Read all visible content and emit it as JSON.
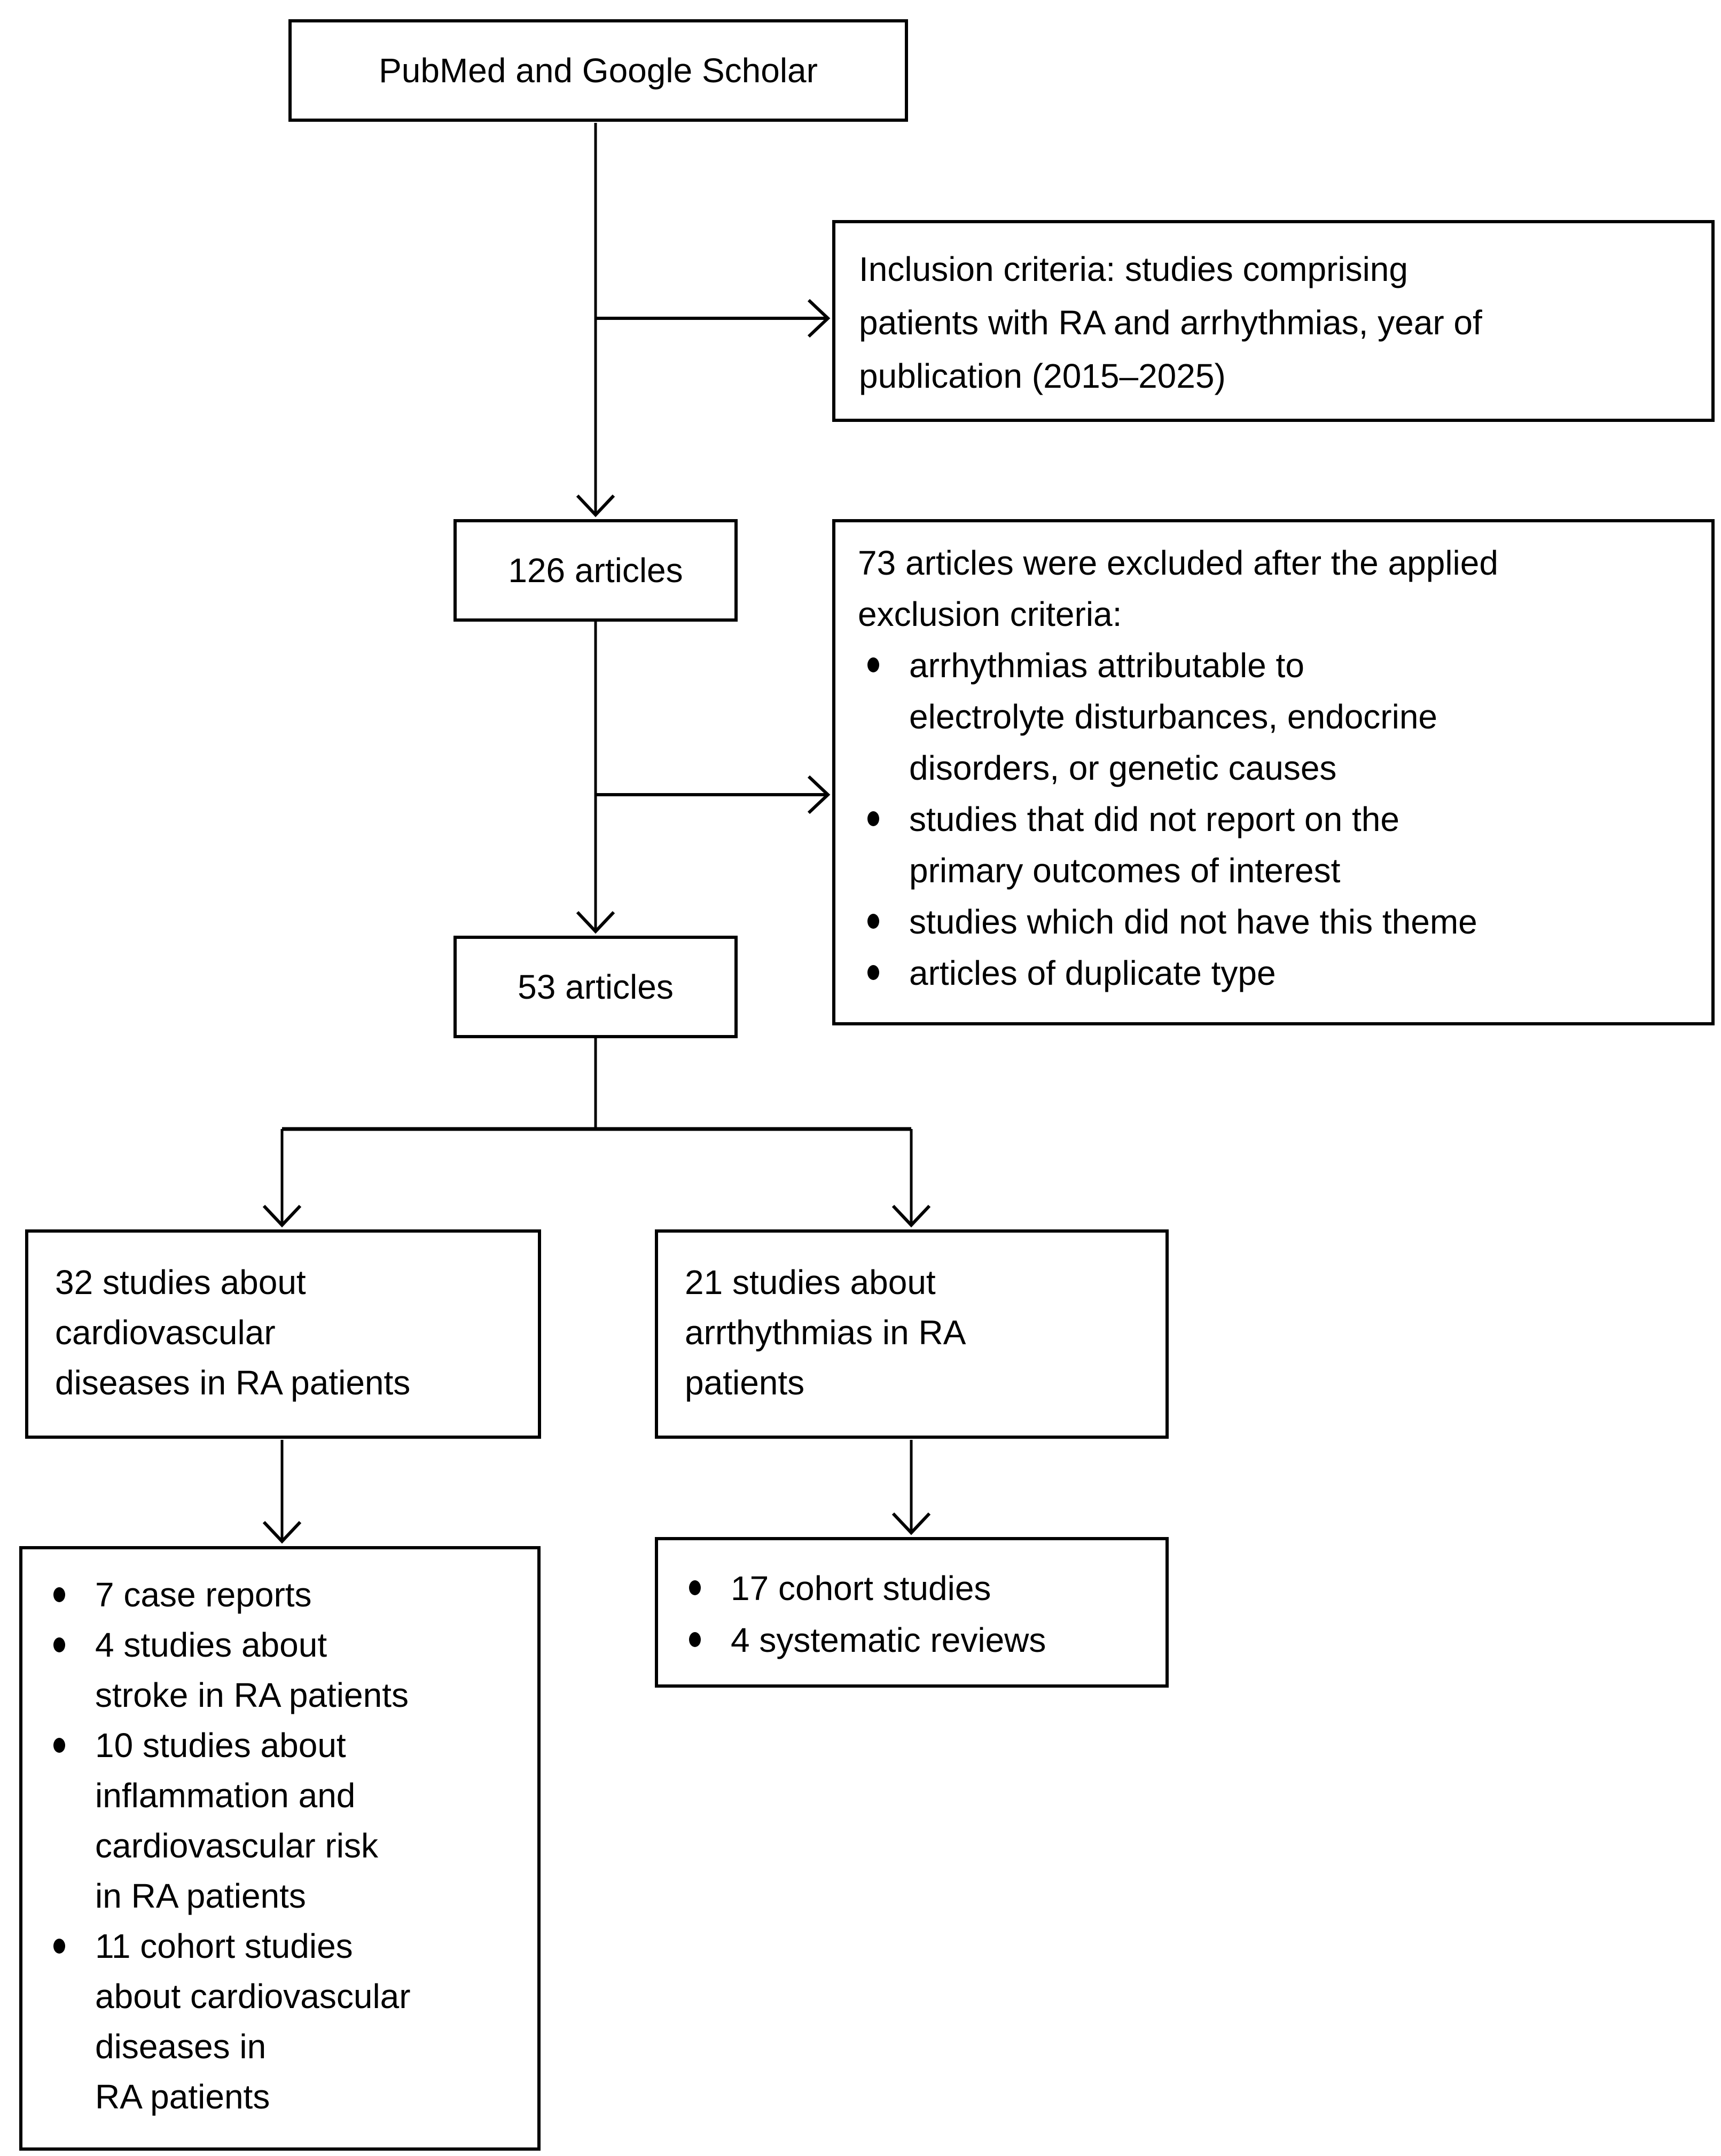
{
  "diagram": {
    "source": {
      "label": "PubMed and Google Scholar"
    },
    "inclusion": {
      "text": "Inclusion criteria: studies comprising\npatients with RA and arrhythmias, year of\npublication (2015–2025)"
    },
    "screened": {
      "label": "126 articles"
    },
    "exclusion": {
      "heading": "73 articles were excluded after the applied\nexclusion criteria:",
      "bullets": [
        "arrhythmias attributable to\nelectrolyte disturbances, endocrine\ndisorders, or genetic causes",
        "studies that did not report on the\nprimary outcomes of interest",
        "studies which did not have this theme",
        "articles of duplicate type"
      ]
    },
    "included": {
      "label": "53 articles"
    },
    "cv_studies": {
      "text": "32 studies about\ncardiovascular\ndiseases in RA patients"
    },
    "arrhythmia_studies": {
      "text": "21 studies about\narrthythmias in RA\npatients"
    },
    "cv_breakdown": {
      "bullets": [
        "7 case reports",
        "4 studies about\nstroke in RA patients",
        "10 studies about\ninflammation and\ncardiovascular risk\nin RA patients",
        "11 cohort studies\nabout cardiovascular\ndiseases in\nRA patients"
      ]
    },
    "arrhythmia_breakdown": {
      "bullets": [
        "17 cohort studies",
        "4 systematic reviews"
      ]
    }
  }
}
